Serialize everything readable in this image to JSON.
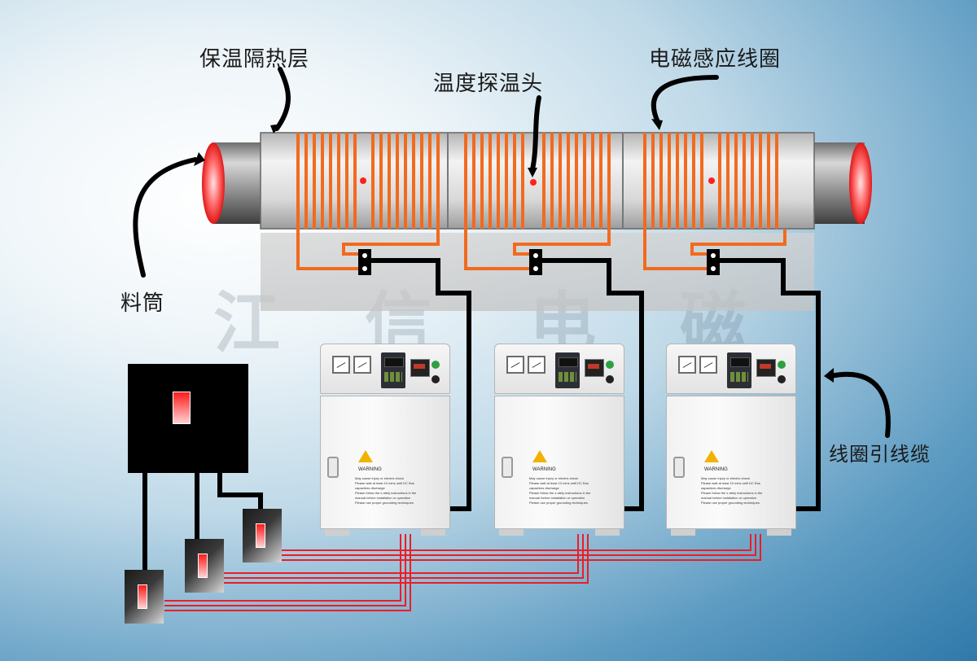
{
  "labels": {
    "insulation": "保温隔热层",
    "probe": "温度探温头",
    "coil": "电磁感应线圈",
    "barrel": "料筒",
    "lead_cable": "线圈引线缆"
  },
  "watermark": [
    "江",
    "信",
    "电",
    "磁"
  ],
  "cabinet_panel": {
    "warning_title": "WARNING",
    "warning_lines": [
      "May cause injury or electric shock",
      "Please wait at least 10 mins until DC Bus",
      "capacitors discharge",
      "Please follow the s afety instructions in the",
      "manual before installation or operation",
      "Please use proper grounding techniques"
    ]
  },
  "colors": {
    "coil": "#f26a1f",
    "barrel_sleeve": "#d9d9d9",
    "barrel_end_glow": "#ff1f1f",
    "cable_black": "#000000",
    "power_wire": "#ee1c24",
    "background_light": "#ffffff",
    "background_dark": "#2f79aa"
  },
  "icons": [
    "arrow-icon",
    "warning-icon",
    "indicator-light-icon"
  ]
}
